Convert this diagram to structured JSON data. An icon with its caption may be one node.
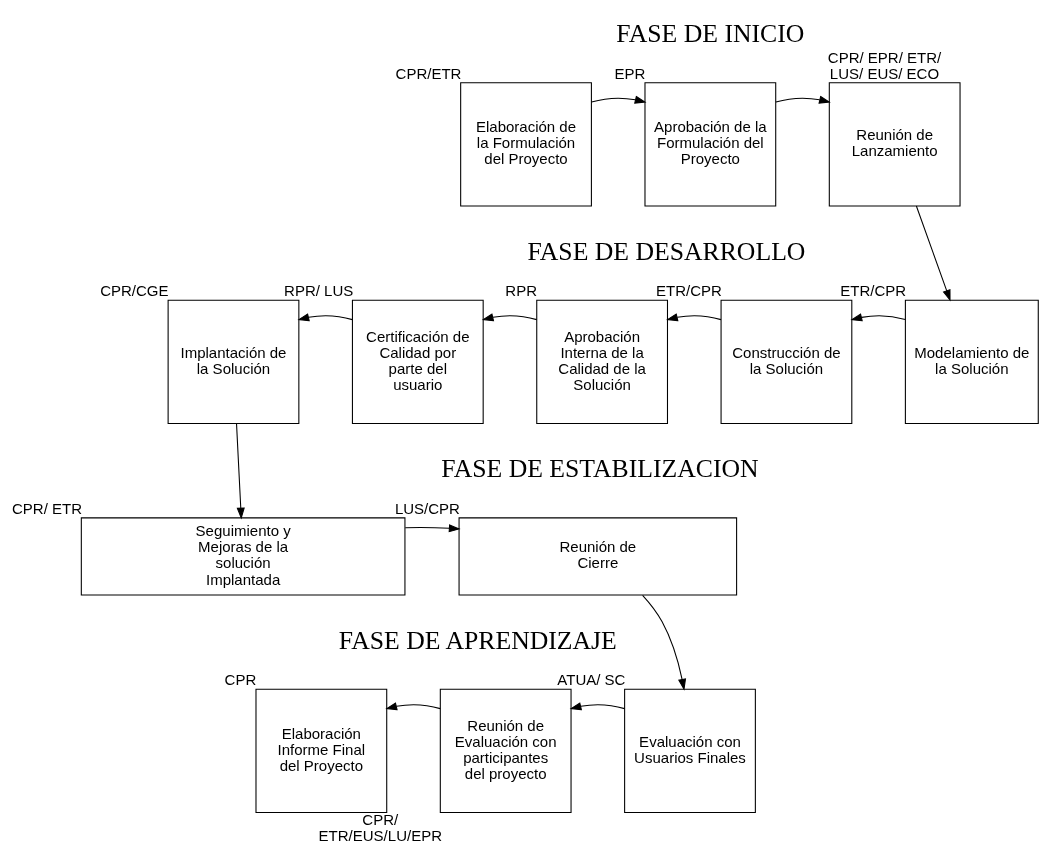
{
  "diagram": {
    "nodes": [
      {
        "text": [
          "Elaboración de la Formulación del Proyecto"
        ],
        "beside": [
          "CPR/ETR"
        ]
      },
      {
        "text": [
          "Aprobación de la Formulación del Proyecto"
        ],
        "beside": [
          "EPR"
        ]
      },
      {
        "text": [
          "Reunión de Lanzamiento"
        ],
        "beside": [
          "CPR/ EPR/ ETR/ LUS/ EUS/ ECO"
        ]
      },
      {
        "text": [
          "Modelamiento de la Solución"
        ],
        "beside": [
          "ETR/CPR"
        ]
      },
      {
        "text": [
          "Construcción de la Solución"
        ],
        "beside": [
          "ETR/CPR"
        ]
      },
      {
        "text": [
          "Aprobación Interna de la Calidad de la Solución"
        ],
        "beside": [
          "RPR"
        ]
      },
      {
        "text": [
          "Certificación de Calidad por parte del usuario"
        ],
        "beside": [
          "RPR/ LUS"
        ]
      },
      {
        "text": [
          "Implantación de la Solución"
        ],
        "beside": [
          "CPR/CGE"
        ]
      },
      {
        "text": [
          "Seguimiento y Mejoras de la solución Implantada"
        ],
        "beside": [
          "CPR/ ETR"
        ]
      },
      {
        "text": [
          "Reunión de Cierre"
        ],
        "beside": [
          "LUS/CPR"
        ]
      },
      {
        "text": [
          "Evaluación con Usuarios Finales"
        ],
        "beside": [
          "ATUA/ SC"
        ]
      },
      {
        "text": [
          "Reunión de Evaluación con participantes del proyecto"
        ],
        "beside": [
          "CPR/ ETR/EUS/LU/EPR"
        ]
      },
      {
        "text": [
          "Elaboración Informe Final del Proyecto"
        ],
        "beside": [
          "CPR"
        ]
      }
    ],
    "edges": [
      {
        "from": 0,
        "to": 1,
        "arrow": "to"
      },
      {
        "from": 1,
        "to": 2,
        "arrow": "to"
      },
      {
        "from": 2,
        "to": 3,
        "arrow": "to"
      },
      {
        "from": 3,
        "to": 4,
        "arrow": "to"
      },
      {
        "from": 4,
        "to": 5,
        "arrow": "to"
      },
      {
        "from": 5,
        "to": 6,
        "arrow": "to"
      },
      {
        "from": 6,
        "to": 7,
        "arrow": "to"
      },
      {
        "from": 7,
        "to": 8,
        "arrow": "to"
      },
      {
        "from": 8,
        "to": 9,
        "arrow": "to"
      },
      {
        "from": 9,
        "to": 10,
        "arrow": "to"
      },
      {
        "from": 10,
        "to": 11,
        "arrow": "to"
      },
      {
        "from": 11,
        "to": 12,
        "arrow": "to"
      }
    ],
    "labels": [
      "FASE DE INICIO",
      "FASE DE DESARROLLO",
      "FASE DE ESTABILIZACION",
      "FASE DE APRENDIZAJE"
    ]
  }
}
